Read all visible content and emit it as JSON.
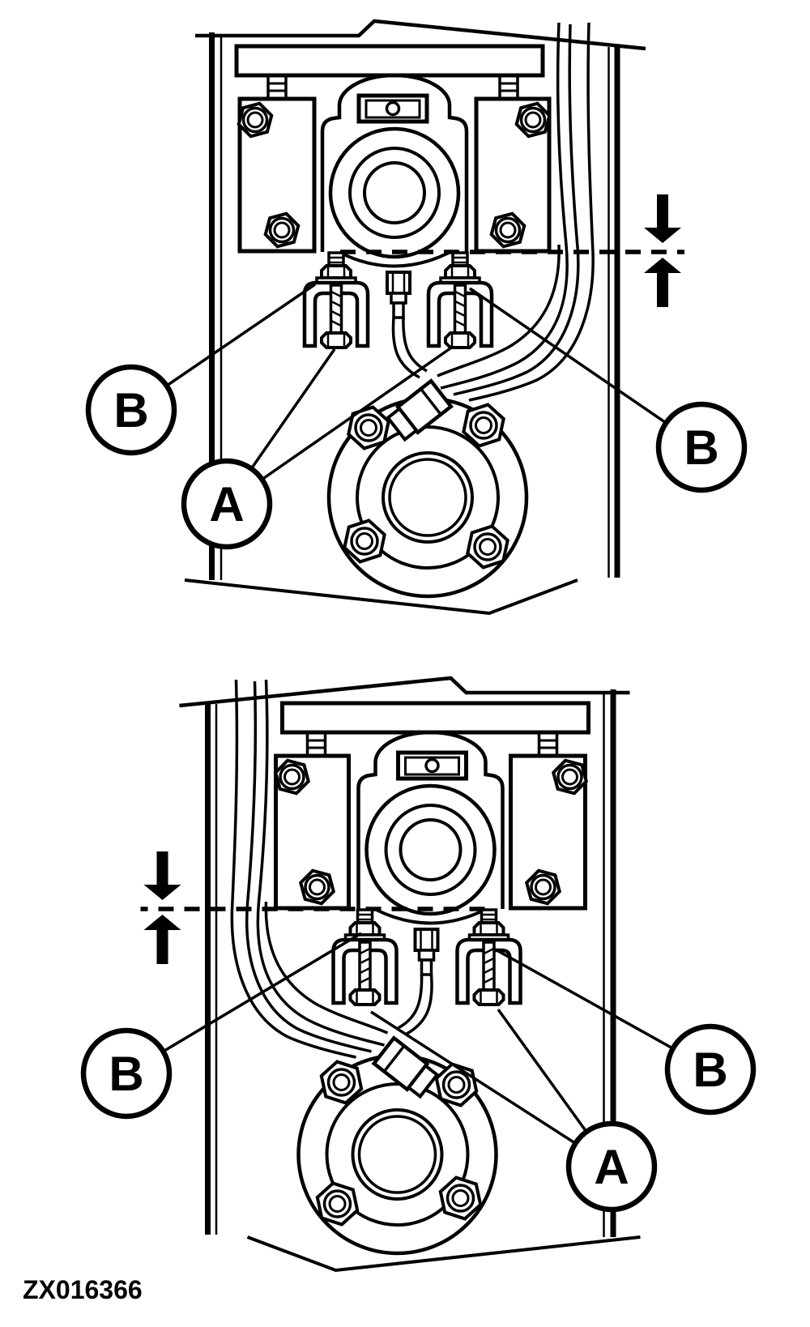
{
  "figure": {
    "code": "ZX016366",
    "paper_color": "#ffffff",
    "ink_color": "#000000",
    "top_diagram": {
      "callout_b_left": "B",
      "callout_a": "A",
      "callout_b_right": "B"
    },
    "bottom_diagram": {
      "callout_b_left": "B",
      "callout_b_right": "B",
      "callout_a": "A"
    }
  }
}
